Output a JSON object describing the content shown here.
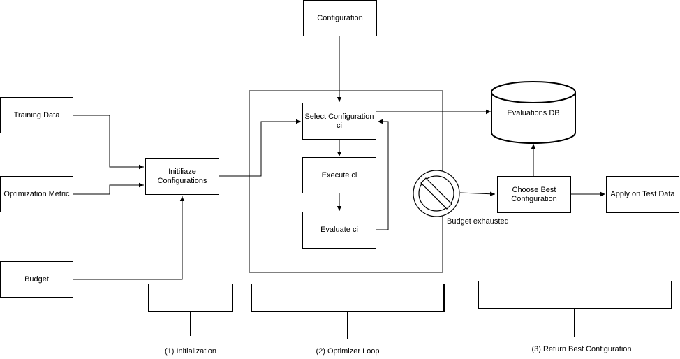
{
  "nodes": {
    "configuration": "Configuration",
    "training_data": "Training Data",
    "optimization_metric": "Optimization Metric",
    "budget": "Budget",
    "initialize": "Initiliaze Configurations",
    "select_config": "Select Configuration ci",
    "execute": "Execute ci",
    "evaluate": "Evaluate ci",
    "evaluations_db": "Evaluations DB",
    "choose_best": "Choose Best Configuration",
    "apply_test": "Apply on Test Data"
  },
  "labels": {
    "budget_exhausted": "Budget exhausted",
    "phase_1": "(1) Initialization",
    "phase_2": "(2) Optimizer Loop",
    "phase_3": "(3) Return Best Configuration"
  },
  "icons": {
    "budget_stop": "prohibited-icon"
  }
}
